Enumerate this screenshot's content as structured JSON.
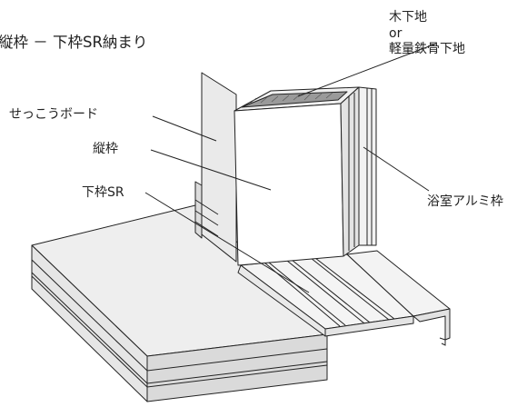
{
  "title": "縦枠 － 下枠SR納まり",
  "labels": {
    "substrate_line1": "木下地",
    "substrate_line2": "or",
    "substrate_line3": "軽量鉄骨下地",
    "gypsum_board": "せっこうボード",
    "vertical_frame": "縦枠",
    "bottom_frame": "下枠SR",
    "bath_frame": "浴室アルミ枠"
  },
  "colors": {
    "line": "#222222",
    "light_face": "#f1f1f1",
    "mid_face": "#dedede",
    "dark_face": "#c9c9c9",
    "white_face": "#ffffff",
    "hatch": "#555555"
  }
}
